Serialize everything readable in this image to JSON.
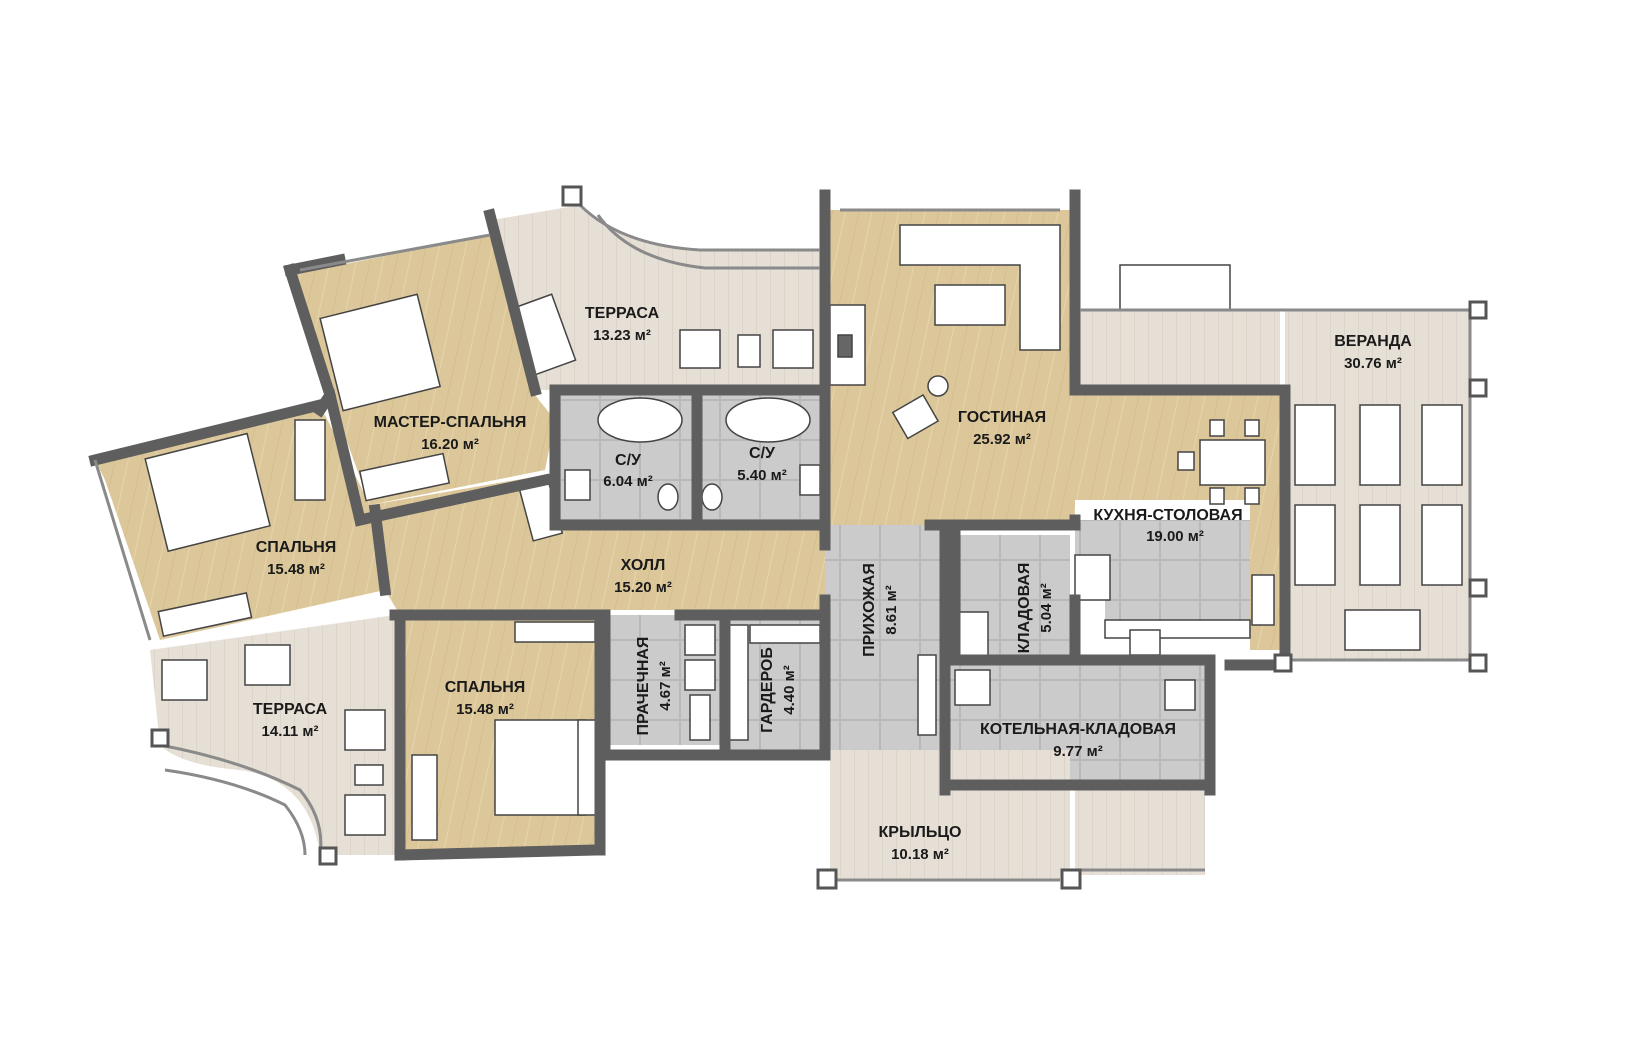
{
  "area_unit": "м²",
  "rooms": {
    "terrace_top": {
      "name": "ТЕРРАСА",
      "area": "13.23 м²"
    },
    "living": {
      "name": "ГОСТИНАЯ",
      "area": "25.92 м²"
    },
    "veranda": {
      "name": "ВЕРАНДА",
      "area": "30.76 м²"
    },
    "master_bedroom": {
      "name": "МАСТЕР-СПАЛЬНЯ",
      "area": "16.20 м²"
    },
    "bath_1": {
      "name": "С/У",
      "area": "6.04 м²"
    },
    "bath_2": {
      "name": "С/У",
      "area": "5.40 м²"
    },
    "bedroom_left": {
      "name": "СПАЛЬНЯ",
      "area": "15.48 м²"
    },
    "hall": {
      "name": "ХОЛЛ",
      "area": "15.20 м²"
    },
    "kitchen_dining": {
      "name": "КУХНЯ-СТОЛОВАЯ",
      "area": "19.00 м²"
    },
    "entry": {
      "name": "ПРИХОЖАЯ",
      "area": "8.61 м²"
    },
    "pantry": {
      "name": "КЛАДОВАЯ",
      "area": "5.04 м²"
    },
    "laundry": {
      "name": "ПРАЧЕЧНАЯ",
      "area": "4.67 м²"
    },
    "wardrobe": {
      "name": "ГАРДЕРОБ",
      "area": "4.40 м²"
    },
    "terrace_bottom": {
      "name": "ТЕРРАСА",
      "area": "14.11 м²"
    },
    "bedroom_bottom": {
      "name": "СПАЛЬНЯ",
      "area": "15.48 м²"
    },
    "boiler_storage": {
      "name": "КОТЕЛЬНАЯ-КЛАДОВАЯ",
      "area": "9.77 м²"
    },
    "porch": {
      "name": "КРЫЛЬЦО",
      "area": "10.18 м²"
    }
  },
  "colors": {
    "wood_floor": "#dcc79a",
    "deck_floor": "#e4ddd2",
    "tile_floor": "#c9c9c9",
    "wall": "#5e5e5e",
    "furniture": "#ffffff",
    "furniture_stroke": "#444444"
  }
}
